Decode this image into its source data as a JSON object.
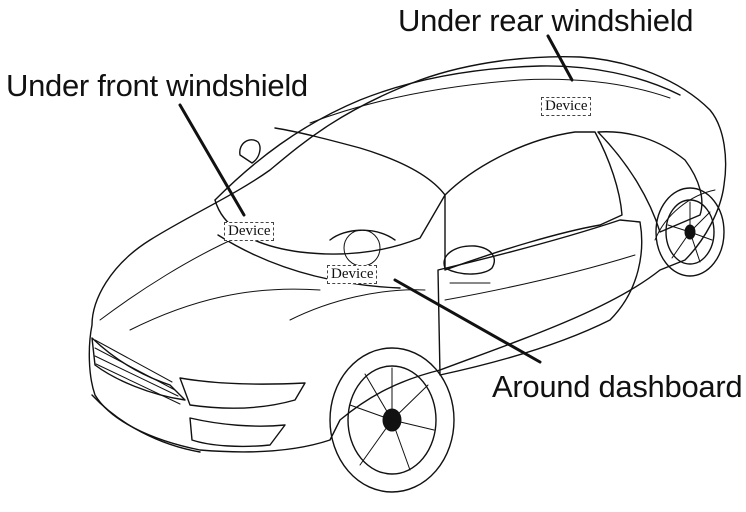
{
  "labels": {
    "rear": "Under rear windshield",
    "front": "Under front windshield",
    "dashboard": "Around dashboard"
  },
  "devices": {
    "rear": "Device",
    "front": "Device",
    "dashboard": "Device"
  },
  "colors": {
    "ink": "#111111",
    "background": "#ffffff"
  }
}
